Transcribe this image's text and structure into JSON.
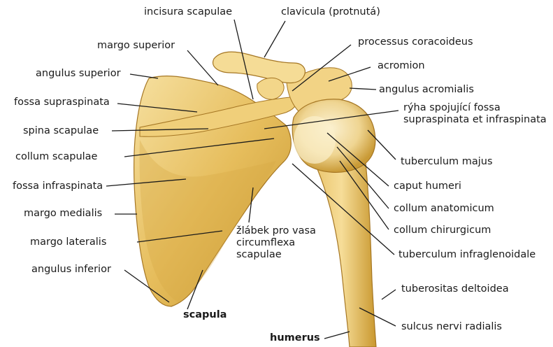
{
  "labels": {
    "incisura_scapulae": "incisura scapulae",
    "clavicula": "clavicula (protnutá)",
    "margo_superior": "margo superior",
    "processus_coracoideus": "processus coracoideus",
    "angulus_superior": "angulus superior",
    "acromion": "acromion",
    "angulus_acromialis": "angulus acromialis",
    "fossa_supraspinata": "fossa supraspinata",
    "ryha_line1": "rýha spojující fossa",
    "ryha_line2": "supraspinata et infraspinata",
    "spina_scapulae": "spina scapulae",
    "collum_scapulae": "collum scapulae",
    "tuberculum_majus": "tuberculum majus",
    "fossa_infraspinata": "fossa infraspinata",
    "caput_humeri": "caput humeri",
    "margo_medialis": "margo medialis",
    "collum_anatomicum": "collum anatomicum",
    "margo_lateralis": "margo lateralis",
    "zlabek_line1": "žlábek pro vasa",
    "zlabek_line2": "circumflexa",
    "zlabek_line3": "scapulae",
    "collum_chirurgicum": "collum chirurgicum",
    "tuberculum_infraglenoidale": "tuberculum infraglenoidale",
    "angulus_inferior": "angulus inferior",
    "tuberositas_deltoidea": "tuberositas deltoidea",
    "scapula": "scapula",
    "sulcus_nervi_radialis": "sulcus nervi radialis",
    "humerus": "humerus"
  },
  "colors": {
    "bone_light": "#f3d68a",
    "bone_mid": "#e2b54e",
    "bone_dark": "#b98a2c",
    "leader_line": "#1a1a1a"
  }
}
